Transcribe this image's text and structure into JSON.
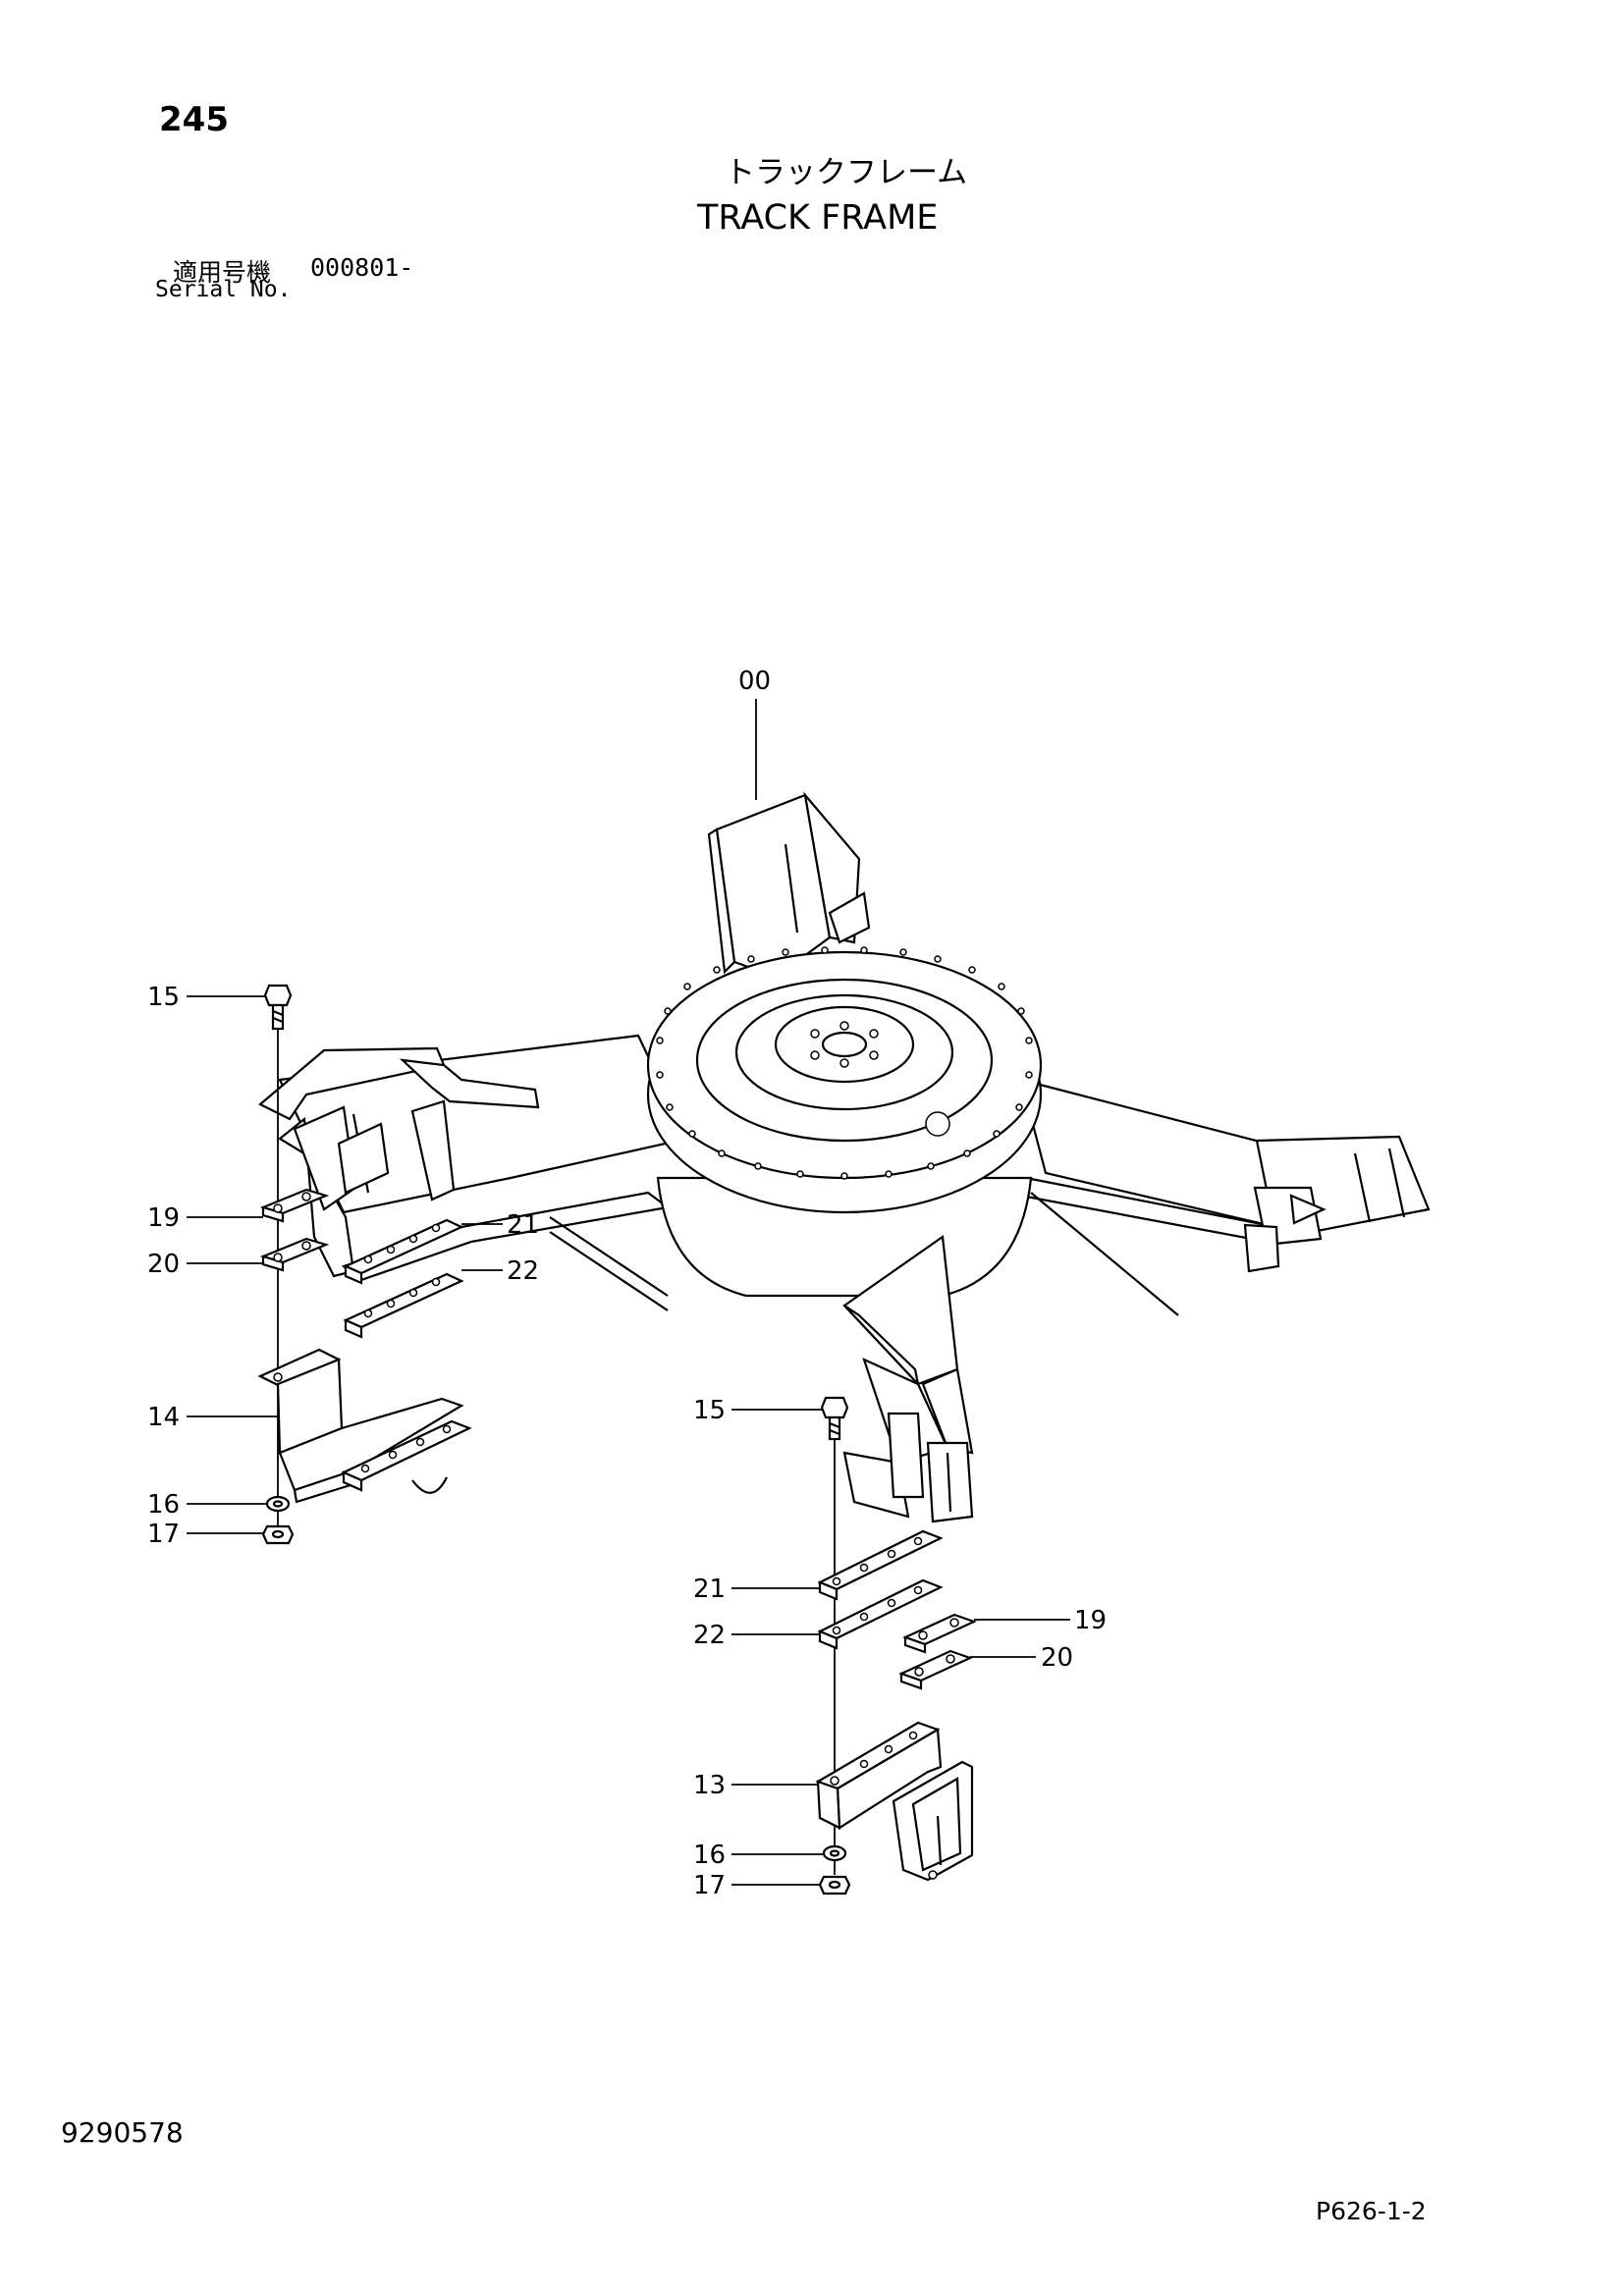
{
  "header": {
    "page_number": "245",
    "title_jp": "トラックフレーム",
    "title_en": "TRACK FRAME",
    "serial_label_jp": "適用号機",
    "serial_range": "000801-",
    "serial_label_en": "Serial No."
  },
  "callouts": {
    "c00": "00",
    "c15a": "15",
    "c19a": "19",
    "c20a": "20",
    "c21a": "21",
    "c22a": "22",
    "c14": "14",
    "c16a": "16",
    "c17a": "17",
    "c15b": "15",
    "c21b": "21",
    "c22b": "22",
    "c19b": "19",
    "c20b": "20",
    "c13": "13",
    "c16b": "16",
    "c17b": "17"
  },
  "footer": {
    "doc_number": "9290578",
    "page_ref": "P626-1-2"
  }
}
